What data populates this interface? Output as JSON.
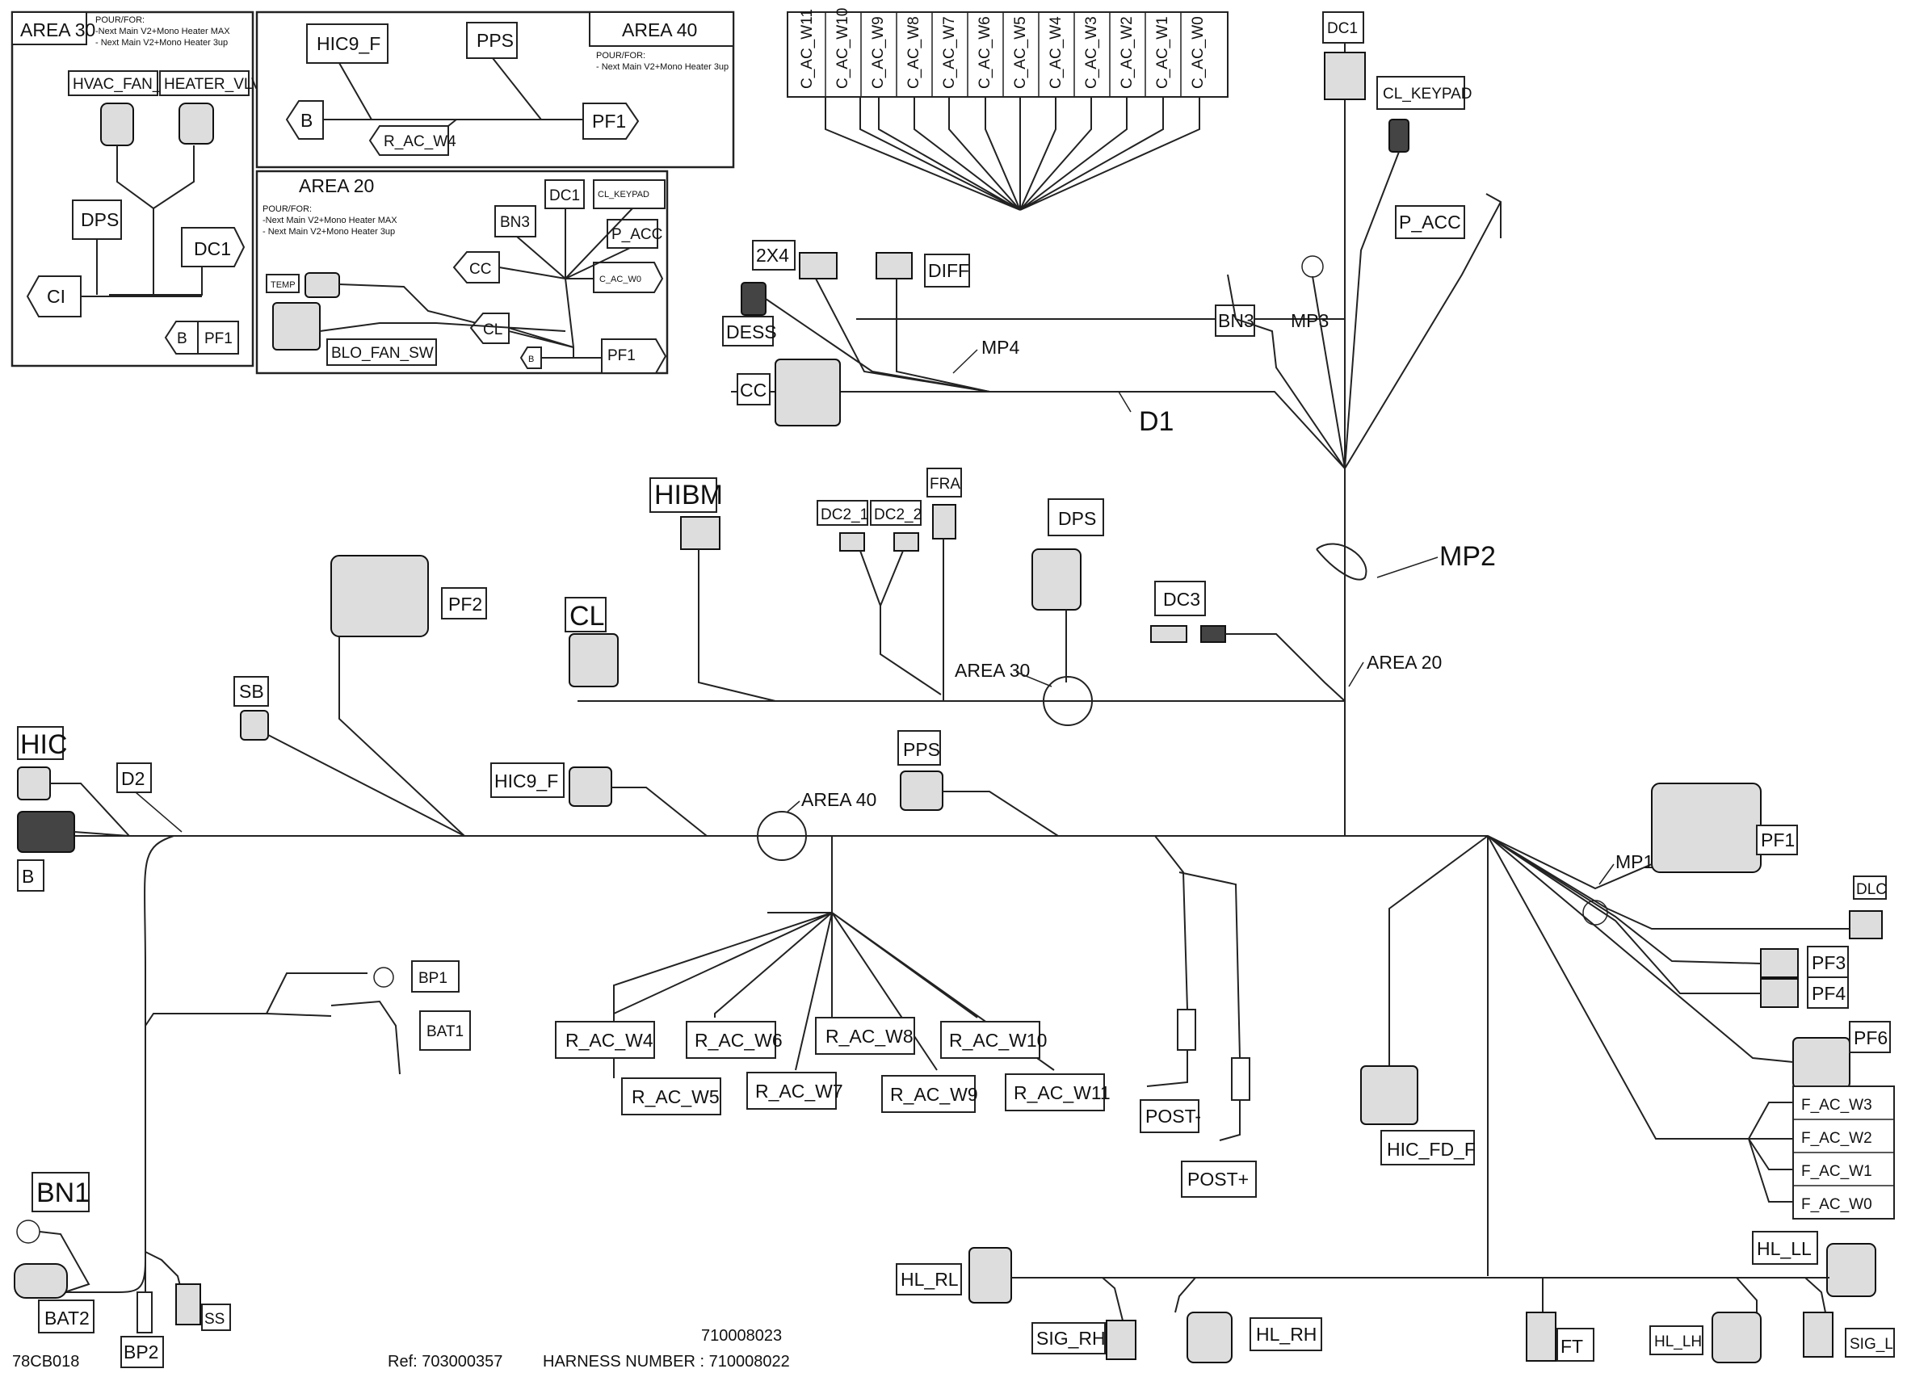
{
  "ref_line": {
    "ref": "Ref:  703000357",
    "harness_label": "HARNESS NUMBER : 710008022",
    "harness_alt": "710008023",
    "diagram_code": "78CB018"
  },
  "insets": {
    "area30": {
      "title": "AREA 30",
      "note": "POUR/FOR:\n-Next Main V2+Mono Heater MAX\n- Next Main V2+Mono Heater 3up",
      "labels": [
        "HVAC_FAN_F",
        "HEATER_VLV",
        "DPS",
        "DC1",
        "CI",
        "B",
        "PF1"
      ]
    },
    "area40": {
      "title": "AREA 40",
      "note": "POUR/FOR:\n- Next Main V2+Mono Heater 3up",
      "labels": [
        "HIC9_F",
        "PPS",
        "B",
        "R_AC_W4",
        "PF1"
      ]
    },
    "area20": {
      "title": "AREA 20",
      "note": "POUR/FOR:\n-Next Main V2+Mono Heater MAX\n- Next Main V2+Mono Heater 3up",
      "labels": [
        "DC1",
        "CL_KEYPAD",
        "BN3",
        "P_ACC",
        "CC",
        "C_AC_W0",
        "TEMP",
        "CL",
        "B",
        "PF1",
        "BLO_FAN_SW"
      ]
    }
  },
  "top_connectors": [
    "C_AC_W11",
    "C_AC_W10",
    "C_AC_W9",
    "C_AC_W8",
    "C_AC_W7",
    "C_AC_W6",
    "C_AC_W5",
    "C_AC_W4",
    "C_AC_W3",
    "C_AC_W2",
    "C_AC_W1",
    "C_AC_W0"
  ],
  "r_ac": [
    "R_AC_W4",
    "R_AC_W5",
    "R_AC_W6",
    "R_AC_W7",
    "R_AC_W8",
    "R_AC_W9",
    "R_AC_W10",
    "R_AC_W11"
  ],
  "f_ac": [
    "F_AC_W3",
    "F_AC_W2",
    "F_AC_W1",
    "F_AC_W0"
  ],
  "labels": {
    "dc1": "DC1",
    "cl_keypad": "CL_KEYPAD",
    "p_acc": "P_ACC",
    "bn3": "BN3",
    "mp3": "MP3",
    "x2x4": "2X4",
    "diff": "DIFF",
    "dess": "DESS",
    "mp4": "MP4",
    "cc": "CC",
    "d1": "D1",
    "hibm": "HIBM",
    "dc2_1": "DC2_1",
    "dc2_2": "DC2_2",
    "fra": "FRA",
    "dps": "DPS",
    "mp2": "MP2",
    "dc3": "DC3",
    "cl": "CL",
    "area30": "AREA 30",
    "area20": "AREA 20",
    "pf2": "PF2",
    "sb": "SB",
    "hic": "HIC",
    "d2": "D2",
    "b": "B",
    "hic9_f": "HIC9_F",
    "area40": "AREA 40",
    "pps": "PPS",
    "pf1": "PF1",
    "mp1": "MP1",
    "dlc": "DLC",
    "pf3": "PF3",
    "pf4": "PF4",
    "pf6": "PF6",
    "bp1": "BP1",
    "bat1": "BAT1",
    "post_minus": "POST-",
    "post_plus": "POST+",
    "hic_fd_f": "HIC_FD_F",
    "bn1": "BN1",
    "bat2": "BAT2",
    "bp2": "BP2",
    "ss": "SS",
    "hl_rl": "HL_RL",
    "sig_rh": "SIG_RH",
    "hl_rh": "HL_RH",
    "ft": "FT",
    "hl_lh": "HL_LH",
    "hl_ll": "HL_LL",
    "sig_l": "SIG_L"
  }
}
